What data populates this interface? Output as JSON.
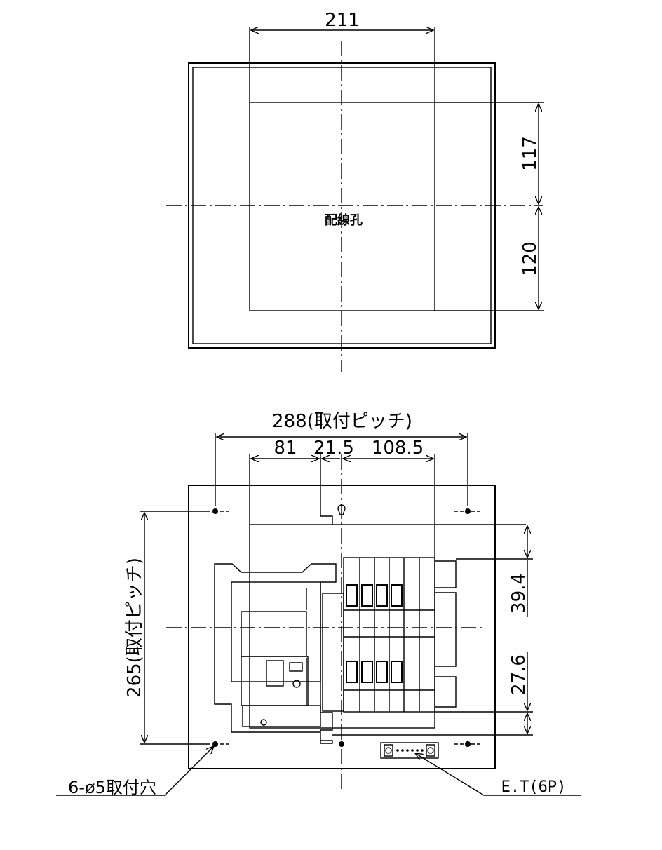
{
  "top_view": {
    "width_dim": "211",
    "upper_dim": "117",
    "lower_dim": "120",
    "hole_label": "配線孔"
  },
  "bottom_view": {
    "pitch_h_label": "288(取付ピッチ)",
    "dim_81": "81",
    "dim_21_5": "21.5",
    "dim_108_5": "108.5",
    "pitch_v_label": "265(取付ピッチ)",
    "dim_39_4": "39.4",
    "dim_27_6": "27.6",
    "mount_holes_label": "6-ø5取付穴",
    "earth_terminal_label": "E.T(6P)"
  }
}
